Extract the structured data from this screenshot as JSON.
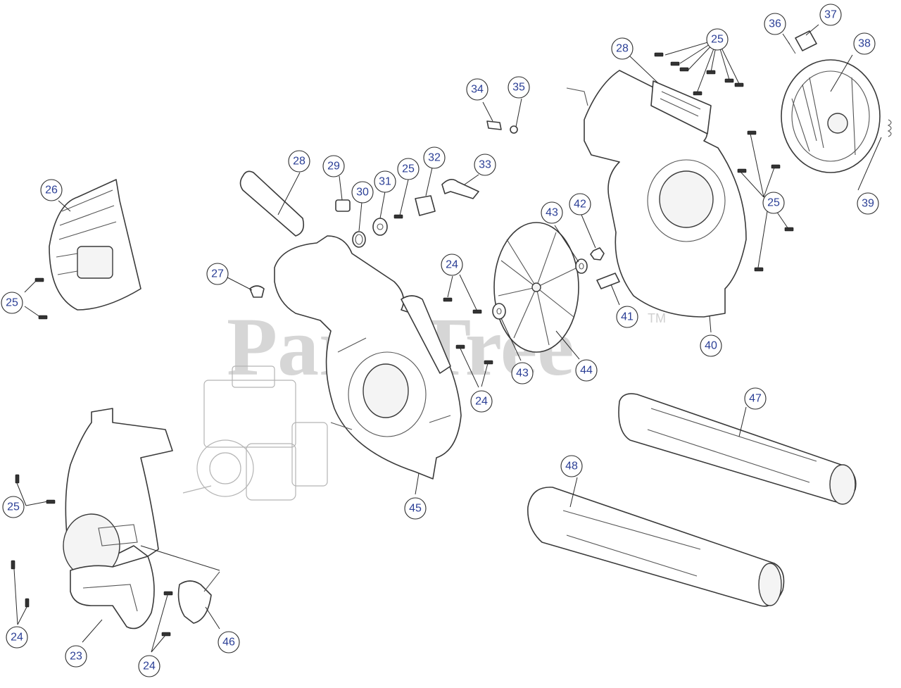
{
  "watermark": {
    "brand": "PartsTree",
    "trademark": "TM"
  },
  "callouts": [
    {
      "label": "36"
    },
    {
      "label": "37"
    },
    {
      "label": "25"
    },
    {
      "label": "28"
    },
    {
      "label": "38"
    },
    {
      "label": "34"
    },
    {
      "label": "35"
    },
    {
      "label": "28"
    },
    {
      "label": "29"
    },
    {
      "label": "32"
    },
    {
      "label": "33"
    },
    {
      "label": "25"
    },
    {
      "label": "31"
    },
    {
      "label": "30"
    },
    {
      "label": "26"
    },
    {
      "label": "25"
    },
    {
      "label": "39"
    },
    {
      "label": "43"
    },
    {
      "label": "42"
    },
    {
      "label": "27"
    },
    {
      "label": "24"
    },
    {
      "label": "25"
    },
    {
      "label": "41"
    },
    {
      "label": "40"
    },
    {
      "label": "43"
    },
    {
      "label": "44"
    },
    {
      "label": "24"
    },
    {
      "label": "47"
    },
    {
      "label": "48"
    },
    {
      "label": "25"
    },
    {
      "label": "45"
    },
    {
      "label": "46"
    },
    {
      "label": "24"
    },
    {
      "label": "23"
    },
    {
      "label": "24"
    }
  ]
}
